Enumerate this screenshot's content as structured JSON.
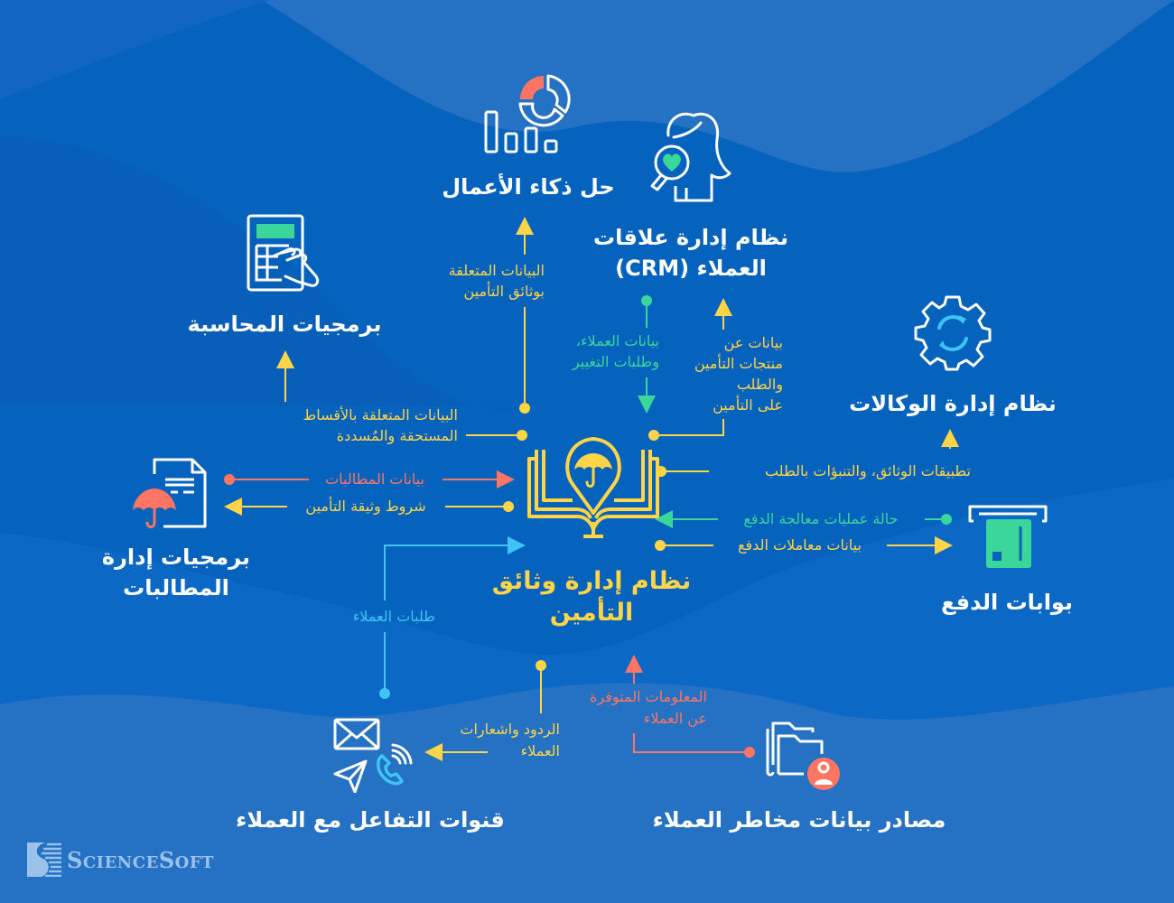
{
  "colors": {
    "background": "#0562bd",
    "background_light": "#2571c4",
    "yellow": "#ffd447",
    "green": "#3ad69a",
    "red": "#ff7563",
    "cyan": "#40c4f5",
    "white": "#ffffff"
  },
  "center": {
    "title": "نظام إدارة وثائق التأمين",
    "title_line1": "نظام إدارة وثائق",
    "title_line2": "التأمين",
    "icon": "book-umbrella-pin-icon"
  },
  "nodes": {
    "bi": {
      "title": "حل ذكاء الأعمال",
      "icon": "bar-pie-chart-icon"
    },
    "crm": {
      "title_line1": "نظام إدارة علاقات",
      "title_line2": "العملاء (CRM)",
      "icon": "person-heart-search-icon"
    },
    "accounting": {
      "title": "برمجيات المحاسبة",
      "icon": "calculator-hand-icon"
    },
    "agency": {
      "title": "نظام إدارة الوكالات",
      "icon": "gear-sync-icon"
    },
    "claims": {
      "title_line1": "برمجيات إدارة",
      "title_line2": "المطالبات",
      "icon": "document-umbrella-icon"
    },
    "payment": {
      "title": "بوابات الدفع",
      "icon": "card-slot-icon"
    },
    "channels": {
      "title": "قنوات التفاعل مع العملاء",
      "icon": "mail-send-phone-icon"
    },
    "risk": {
      "title": "مصادر بيانات مخاطر العملاء",
      "icon": "folder-user-icon"
    }
  },
  "flows": {
    "to_bi": {
      "line1": "البيانات المتعلقة",
      "line2": "بوثائق التأمين",
      "color": "yellow"
    },
    "crm_in": {
      "line1": "بيانات العملاء،",
      "line2": "وطلبات التغيير",
      "color": "green"
    },
    "to_crm": {
      "line1": "بيانات عن",
      "line2": "منتجات التأمين",
      "line3": "والطلب",
      "line4": "على التأمين",
      "color": "yellow"
    },
    "to_accounting": {
      "line1": "البيانات المتعلقة بالأقساط",
      "line2": "المستحقة والمُسددة",
      "color": "yellow"
    },
    "to_agency": {
      "text": "تطبيقات الوثائق، والتنبؤات بالطلب",
      "color": "yellow"
    },
    "claims_in": {
      "text": "بيانات المطالبات",
      "color": "red"
    },
    "to_claims": {
      "text": "شروط وثيقة التأمين",
      "color": "yellow"
    },
    "payment_status": {
      "text": "حالة عمليات معالجة الدفع",
      "color": "green"
    },
    "to_payment": {
      "text": "بيانات معاملات الدفع",
      "color": "yellow"
    },
    "channels_in": {
      "text": "طلبات العملاء",
      "color": "cyan"
    },
    "to_channels": {
      "line1": "الردود واشعارات",
      "line2": "العملاء",
      "color": "yellow"
    },
    "risk_in": {
      "line1": "المعلومات المتوفرة",
      "line2": "عن العملاء",
      "color": "red"
    }
  },
  "logo": {
    "name": "ScienceSoft",
    "big1": "S",
    "small1": "CIENCE",
    "big2": "S",
    "small2": "OFT"
  }
}
